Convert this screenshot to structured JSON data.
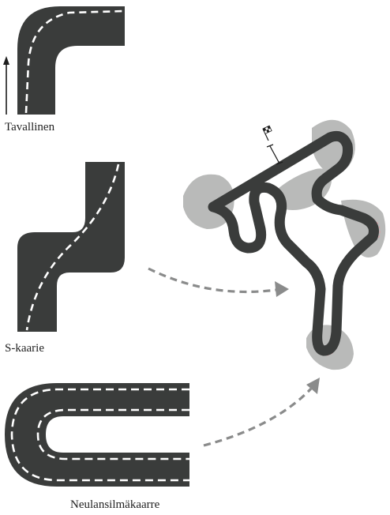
{
  "labels": {
    "normal_corner": "Tavallinen",
    "s_curve": "S-kaarie",
    "hairpin": "Neulansilmäkaarre"
  },
  "colors": {
    "asphalt": "#3a3c3b",
    "lane_marking": "#ffffff",
    "runoff": "#b9bab9",
    "track_edge_dash": "#d9a0a6",
    "flow_arrow": "#8a8b8b",
    "direction_arrow": "#1e1e1e"
  },
  "icons": {
    "start_flag": "checkered-flag-icon",
    "start_line": "start-line-marker",
    "direction": "up-arrow-icon"
  }
}
